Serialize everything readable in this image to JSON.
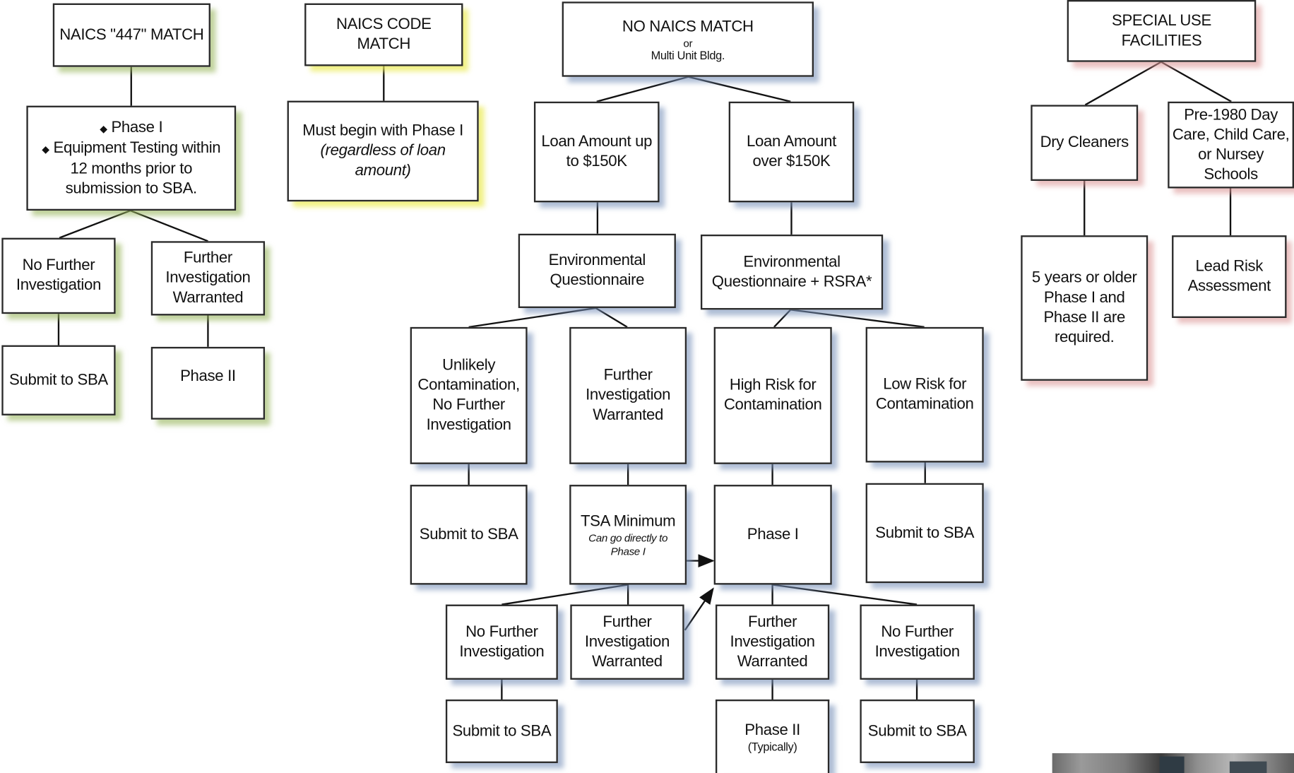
{
  "col1": {
    "header": "NAICS \"447\" MATCH",
    "requirements": [
      "Phase I",
      "Equipment Testing within 12 months prior to submission to SBA."
    ],
    "no_further": "No Further Investigation",
    "further": "Further Investigation Warranted",
    "submit": "Submit to SBA",
    "phase2": "Phase II"
  },
  "col2": {
    "header": "NAICS CODE MATCH",
    "line1": "Must begin with Phase I",
    "line2": "(regardless of loan amount)"
  },
  "col3": {
    "header": "NO  NAICS MATCH",
    "header_or": "or",
    "header_sub": "Multi Unit Bldg.",
    "loan_low": "Loan Amount up to $150K",
    "loan_high": "Loan Amount over $150K",
    "env_q": "Environmental Questionnaire",
    "env_q_rsra": "Environmental Questionnaire + RSRA*",
    "unlikely": "Unlikely Contamination, No Further Investigation",
    "further_1": "Further Investigation Warranted",
    "high_risk": "High Risk for Contamination",
    "low_risk": "Low Risk for Contamination",
    "submit_1": "Submit to SBA",
    "tsa_title": "TSA Minimum",
    "tsa_note": "Can go directly to Phase I",
    "phase1": "Phase I",
    "submit_2": "Submit to SBA",
    "no_further_2": "No Further Investigation",
    "further_2": "Further Investigation Warranted",
    "further_3": "Further Investigation Warranted",
    "no_further_3": "No Further Investigation",
    "submit_3": "Submit to SBA",
    "phase2_title": "Phase II",
    "phase2_sub": "(Typically)",
    "submit_4": "Submit to SBA"
  },
  "col4": {
    "header": "SPECIAL USE FACILITIES",
    "dry_cleaners": "Dry Cleaners",
    "daycare": "Pre-1980 Day Care, Child Care, or Nursey Schools",
    "five_years": "5 years or older Phase I and Phase II are required.",
    "lead_risk": "Lead Risk Assessment"
  },
  "colors": {
    "border": "#2a2a2a",
    "shadow_green": "#96b45a",
    "shadow_yellow": "#ebeb5a",
    "shadow_blue": "#7891b9",
    "shadow_pink": "#dc9696"
  }
}
